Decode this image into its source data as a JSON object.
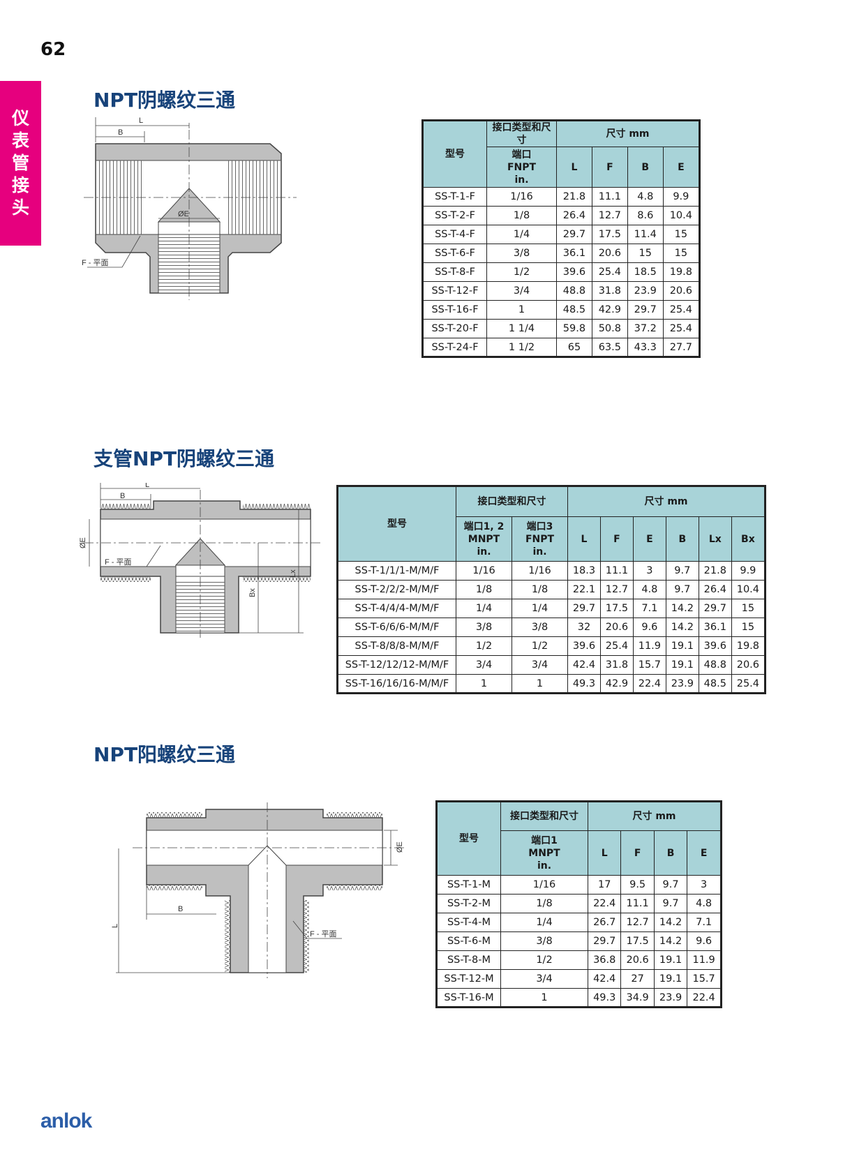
{
  "page_number": "62",
  "side_tab": [
    "仪",
    "表",
    "管",
    "接",
    "头"
  ],
  "logo": "anlok",
  "sections": [
    {
      "title": "NPT阴螺纹三通",
      "drawing_labels": {
        "L": "L",
        "B": "B",
        "E": "ØE",
        "F": "F - 平面"
      },
      "table": {
        "model_header": "型号",
        "conn_header": "接口类型和尺寸",
        "dim_header": "尺寸 mm",
        "conn_cols": [
          "端口\nFNPT\nin."
        ],
        "dim_cols": [
          "L",
          "F",
          "B",
          "E"
        ],
        "rows": [
          [
            "SS-T-1-F",
            "1/16",
            "21.8",
            "11.1",
            "4.8",
            "9.9"
          ],
          [
            "SS-T-2-F",
            "1/8",
            "26.4",
            "12.7",
            "8.6",
            "10.4"
          ],
          [
            "SS-T-4-F",
            "1/4",
            "29.7",
            "17.5",
            "11.4",
            "15"
          ],
          [
            "SS-T-6-F",
            "3/8",
            "36.1",
            "20.6",
            "15",
            "15"
          ],
          [
            "SS-T-8-F",
            "1/2",
            "39.6",
            "25.4",
            "18.5",
            "19.8"
          ],
          [
            "SS-T-12-F",
            "3/4",
            "48.8",
            "31.8",
            "23.9",
            "20.6"
          ],
          [
            "SS-T-16-F",
            "1",
            "48.5",
            "42.9",
            "29.7",
            "25.4"
          ],
          [
            "SS-T-20-F",
            "1 1/4",
            "59.8",
            "50.8",
            "37.2",
            "25.4"
          ],
          [
            "SS-T-24-F",
            "1 1/2",
            "65",
            "63.5",
            "43.3",
            "27.7"
          ]
        ]
      }
    },
    {
      "title": "支管NPT阴螺纹三通",
      "drawing_labels": {
        "L": "L",
        "B": "B",
        "E": "ØE",
        "F": "F - 平面",
        "Bx": "Bx",
        "Lx": "Lx"
      },
      "table": {
        "model_header": "型号",
        "conn_header": "接口类型和尺寸",
        "dim_header": "尺寸 mm",
        "conn_cols": [
          "端口1, 2\nMNPT\nin.",
          "端口3\nFNPT\nin."
        ],
        "dim_cols": [
          "L",
          "F",
          "E",
          "B",
          "Lx",
          "Bx"
        ],
        "rows": [
          [
            "SS-T-1/1/1-M/M/F",
            "1/16",
            "1/16",
            "18.3",
            "11.1",
            "3",
            "9.7",
            "21.8",
            "9.9"
          ],
          [
            "SS-T-2/2/2-M/M/F",
            "1/8",
            "1/8",
            "22.1",
            "12.7",
            "4.8",
            "9.7",
            "26.4",
            "10.4"
          ],
          [
            "SS-T-4/4/4-M/M/F",
            "1/4",
            "1/4",
            "29.7",
            "17.5",
            "7.1",
            "14.2",
            "29.7",
            "15"
          ],
          [
            "SS-T-6/6/6-M/M/F",
            "3/8",
            "3/8",
            "32",
            "20.6",
            "9.6",
            "14.2",
            "36.1",
            "15"
          ],
          [
            "SS-T-8/8/8-M/M/F",
            "1/2",
            "1/2",
            "39.6",
            "25.4",
            "11.9",
            "19.1",
            "39.6",
            "19.8"
          ],
          [
            "SS-T-12/12/12-M/M/F",
            "3/4",
            "3/4",
            "42.4",
            "31.8",
            "15.7",
            "19.1",
            "48.8",
            "20.6"
          ],
          [
            "SS-T-16/16/16-M/M/F",
            "1",
            "1",
            "49.3",
            "42.9",
            "22.4",
            "23.9",
            "48.5",
            "25.4"
          ]
        ]
      }
    },
    {
      "title": "NPT阳螺纹三通",
      "drawing_labels": {
        "L": "L",
        "B": "B",
        "E": "ØE",
        "F": "F - 平面"
      },
      "table": {
        "model_header": "型号",
        "conn_header": "接口类型和尺寸",
        "dim_header": "尺寸 mm",
        "conn_cols": [
          "端口1\nMNPT\nin."
        ],
        "dim_cols": [
          "L",
          "F",
          "B",
          "E"
        ],
        "rows": [
          [
            "SS-T-1-M",
            "1/16",
            "17",
            "9.5",
            "9.7",
            "3"
          ],
          [
            "SS-T-2-M",
            "1/8",
            "22.4",
            "11.1",
            "9.7",
            "4.8"
          ],
          [
            "SS-T-4-M",
            "1/4",
            "26.7",
            "12.7",
            "14.2",
            "7.1"
          ],
          [
            "SS-T-6-M",
            "3/8",
            "29.7",
            "17.5",
            "14.2",
            "9.6"
          ],
          [
            "SS-T-8-M",
            "1/2",
            "36.8",
            "20.6",
            "19.1",
            "11.9"
          ],
          [
            "SS-T-12-M",
            "3/4",
            "42.4",
            "27",
            "19.1",
            "15.7"
          ],
          [
            "SS-T-16-M",
            "1",
            "49.3",
            "34.9",
            "23.9",
            "22.4"
          ]
        ]
      }
    }
  ]
}
